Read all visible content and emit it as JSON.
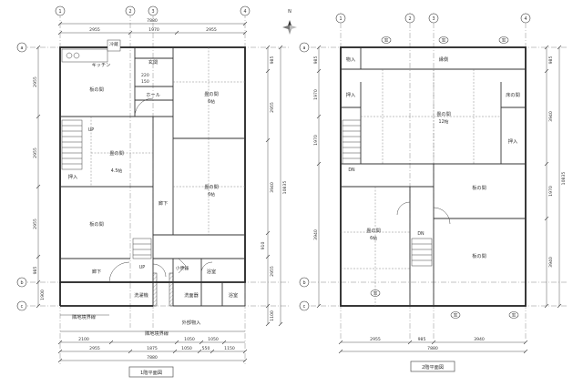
{
  "north_mark": "N",
  "floor1": {
    "caption": "1階平面図",
    "axes_top": [
      "1",
      "2",
      "3",
      "4"
    ],
    "axes_side": [
      "a",
      "b",
      "c"
    ],
    "dims_top_overall": "7880",
    "dims_top": [
      "2955",
      "1970",
      "2955"
    ],
    "dims_left": [
      "2955",
      "2955",
      "2955",
      "985",
      "1900"
    ],
    "dims_right": [
      "985",
      "2955",
      "3940",
      "10835",
      "910",
      "2955",
      "1100"
    ],
    "dims_bottom_row1": [
      "2100",
      "1050",
      "1050"
    ],
    "dims_bottom_row2": [
      "2955",
      "1875",
      "1050",
      "550",
      "1150"
    ],
    "dims_bottom_overall": "7880",
    "dims_misc": [
      "220",
      "150"
    ],
    "rooms": {
      "kitchen": "キッチン",
      "fridge": "冷蔵",
      "entrance": "玄関",
      "hall": "ホール",
      "tatami_ne_name": "畳の間",
      "tatami_ne_size": "6帖",
      "wood_nw": "板の間",
      "tatami_center_name": "畳の間",
      "tatami_center_size": "4.5帖",
      "tatami_e_name": "畳の間",
      "tatami_e_size": "6帖",
      "oshiire": "押入",
      "corridor1": "廊下",
      "wood_sw": "板の間",
      "corridor2": "廊下",
      "up1": "UP",
      "up2": "UP",
      "toilet": "小便器",
      "wash_room": "洗濯機",
      "bath": "浴室",
      "washbasin": "洗面器",
      "bath2": "浴室",
      "outdoor_storage": "外部物入",
      "boundary1": "隣地境界線",
      "boundary2": "隣地境界線"
    }
  },
  "floor2": {
    "caption": "2階平面図",
    "axes_top": [
      "1",
      "2",
      "3",
      "4"
    ],
    "axes_side": [
      "a",
      "b",
      "c"
    ],
    "dims_bottom": [
      "2955",
      "985",
      "3940"
    ],
    "dims_bottom_overall": "7880",
    "dims_right": [
      "985",
      "3940",
      "1970",
      "10835",
      "3940"
    ],
    "dims_left": [
      "985",
      "1970",
      "1970",
      "3940"
    ],
    "rooms": {
      "storage": "物入",
      "veranda": "縁側",
      "oshiire_w": "押入",
      "tatami_big_name": "畳の間",
      "tatami_big_size": "12帖",
      "tokonoma": "床の間",
      "oshiire_e": "押入",
      "dn1": "DN",
      "wood_e": "板の間",
      "tatami_sw_name": "畳の間",
      "tatami_sw_size": "6帖",
      "dn2": "DN",
      "wood_se": "板の間"
    },
    "window_tag": "窓"
  }
}
